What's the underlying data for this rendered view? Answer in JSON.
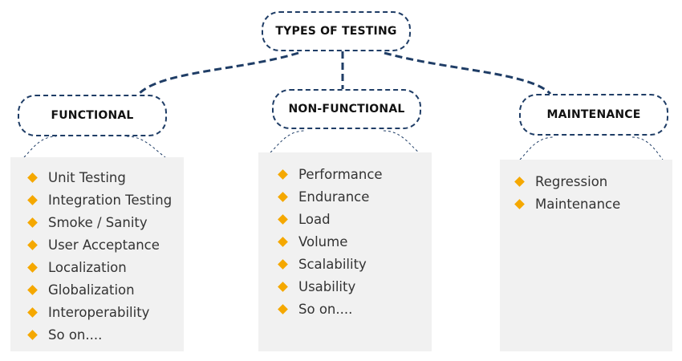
{
  "root": {
    "label": "TYPES OF TESTING"
  },
  "colors": {
    "border": "#1f3d66",
    "bullet": "#f5a800",
    "panel": "#f1f1f1",
    "text": "#333333"
  },
  "categories": [
    {
      "title": "FUNCTIONAL",
      "items": [
        "Unit Testing",
        "Integration Testing",
        "Smoke / Sanity",
        "User Acceptance",
        "Localization",
        "Globalization",
        "Interoperability",
        "So on...."
      ]
    },
    {
      "title": "NON-FUNCTIONAL",
      "items": [
        "Performance",
        "Endurance",
        "Load",
        "Volume",
        "Scalability",
        "Usability",
        "So on...."
      ]
    },
    {
      "title": "MAINTENANCE",
      "items": [
        "Regression",
        "Maintenance"
      ]
    }
  ]
}
